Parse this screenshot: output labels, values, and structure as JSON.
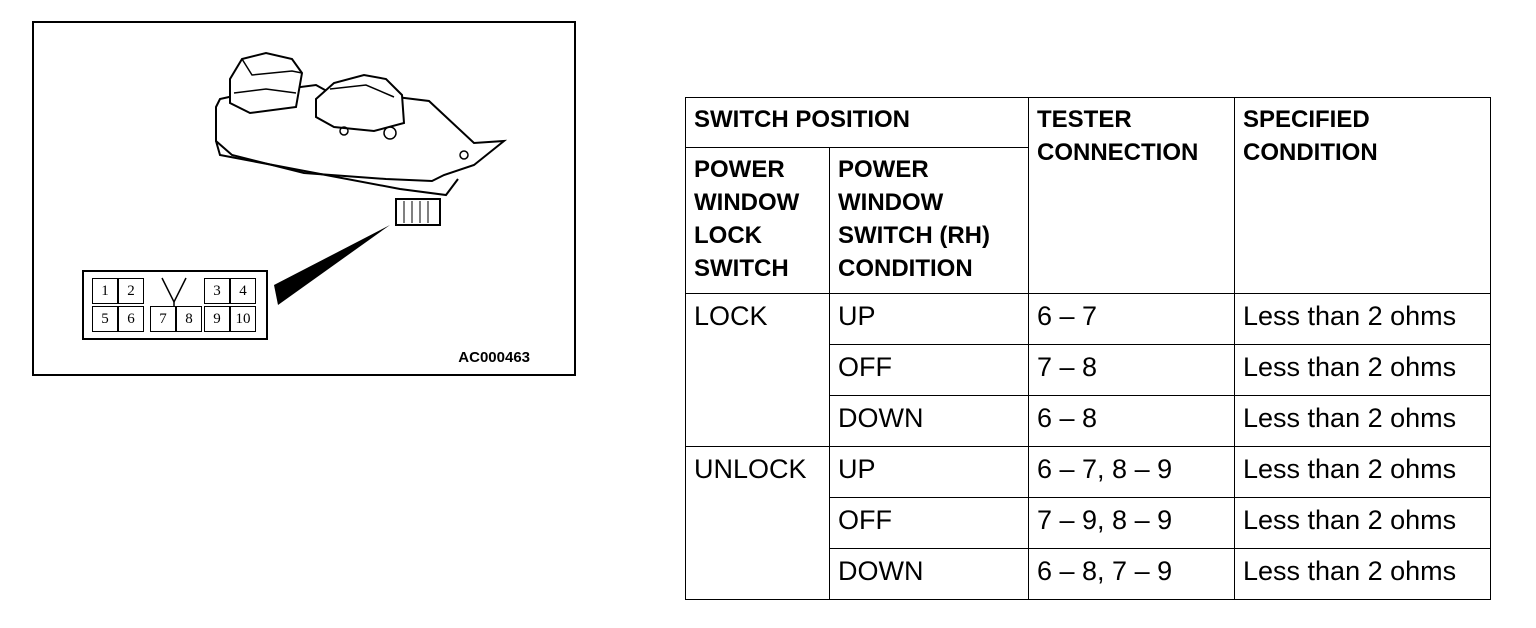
{
  "figure": {
    "code": "AC000463",
    "connector_pins_top": [
      "1",
      "2",
      "3",
      "4"
    ],
    "connector_pins_bottom": [
      "5",
      "6",
      "7",
      "8",
      "9",
      "10"
    ]
  },
  "table": {
    "headers": {
      "switch_position": "SWITCH POSITION",
      "tester_connection": "TESTER CONNECTION",
      "specified_condition": "SPECIFIED CONDITION",
      "lock_switch": "POWER WINDOW LOCK SWITCH",
      "rh_condition": "POWER WINDOW SWITCH (RH) CONDITION"
    },
    "groups": [
      {
        "lock": "LOCK",
        "rows": [
          {
            "condition": "UP",
            "tester": "6 – 7",
            "specified": "Less than 2 ohms"
          },
          {
            "condition": "OFF",
            "tester": "7 – 8",
            "specified": "Less than 2 ohms"
          },
          {
            "condition": "DOWN",
            "tester": "6 – 8",
            "specified": "Less than 2 ohms"
          }
        ]
      },
      {
        "lock": "UNLOCK",
        "rows": [
          {
            "condition": "UP",
            "tester": "6 – 7, 8 – 9",
            "specified": "Less than 2 ohms"
          },
          {
            "condition": "OFF",
            "tester": "7 – 9, 8 – 9",
            "specified": "Less than 2 ohms"
          },
          {
            "condition": "DOWN",
            "tester": "6 – 8, 7 – 9",
            "specified": "Less than 2 ohms"
          }
        ]
      }
    ]
  }
}
